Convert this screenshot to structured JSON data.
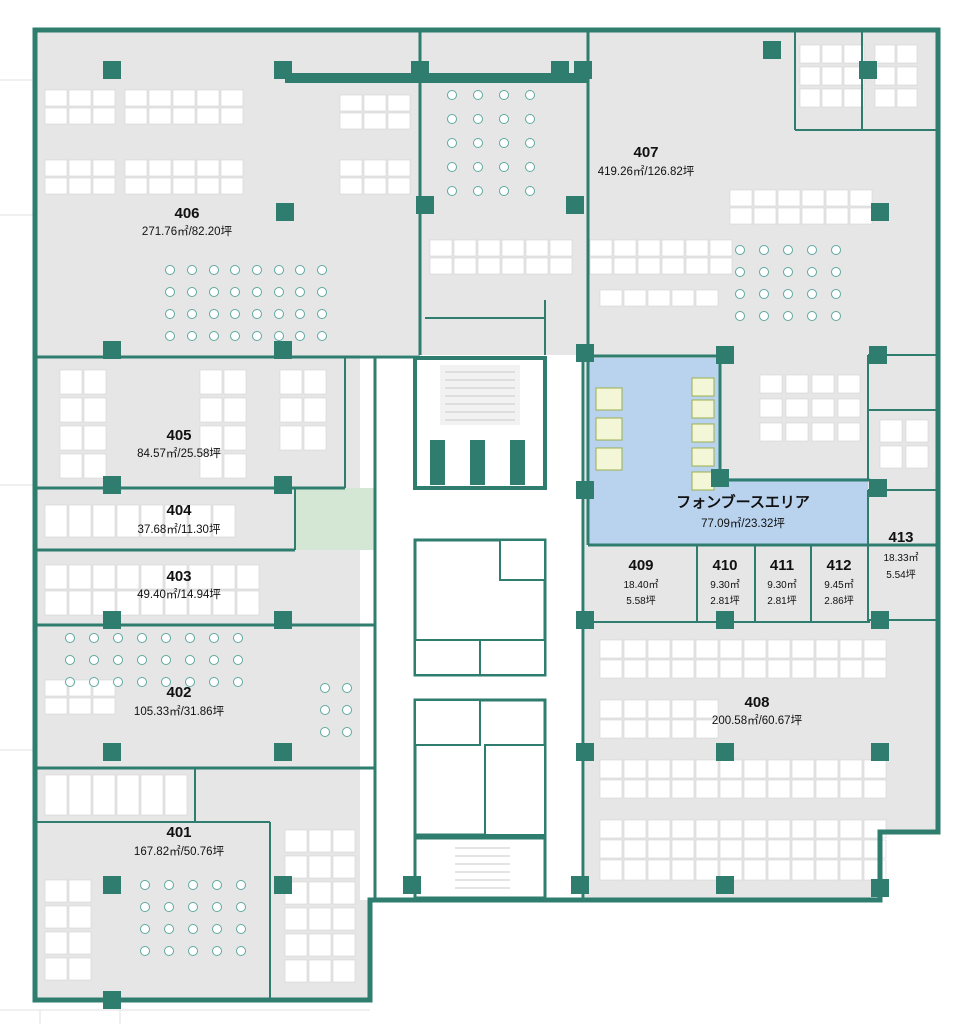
{
  "rooms": [
    {
      "id": "r406",
      "number": "406",
      "area": "271.76㎡/82.20坪"
    },
    {
      "id": "r407",
      "number": "407",
      "area": "419.26㎡/126.82坪"
    },
    {
      "id": "r405",
      "number": "405",
      "area": "84.57㎡/25.58坪"
    },
    {
      "id": "r404",
      "number": "404",
      "area": "37.68㎡/11.30坪"
    },
    {
      "id": "r403",
      "number": "403",
      "area": "49.40㎡/14.94坪"
    },
    {
      "id": "r402",
      "number": "402",
      "area": "105.33㎡/31.86坪"
    },
    {
      "id": "r401",
      "number": "401",
      "area": "167.82㎡/50.76坪"
    },
    {
      "id": "r408",
      "number": "408",
      "area": "200.58㎡/60.67坪"
    },
    {
      "id": "r409",
      "number": "409",
      "area_m2": "18.40㎡",
      "area_tsubo": "5.58坪"
    },
    {
      "id": "r410",
      "number": "410",
      "area_m2": "9.30㎡",
      "area_tsubo": "2.81坪"
    },
    {
      "id": "r411",
      "number": "411",
      "area_m2": "9.30㎡",
      "area_tsubo": "2.81坪"
    },
    {
      "id": "r412",
      "number": "412",
      "area_m2": "9.45㎡",
      "area_tsubo": "2.86坪"
    },
    {
      "id": "r413",
      "number": "413",
      "area_m2": "18.33㎡",
      "area_tsubo": "5.54坪"
    }
  ],
  "phone_booth": {
    "name": "フォンブースエリア",
    "area": "77.09㎡/23.32坪"
  },
  "colors": {
    "wall": "#2f7d6e",
    "room": "#e6e6e6",
    "booth_area": "#b9d3ee",
    "common": "#d4e6d4",
    "chair": "#5fa9a0"
  }
}
